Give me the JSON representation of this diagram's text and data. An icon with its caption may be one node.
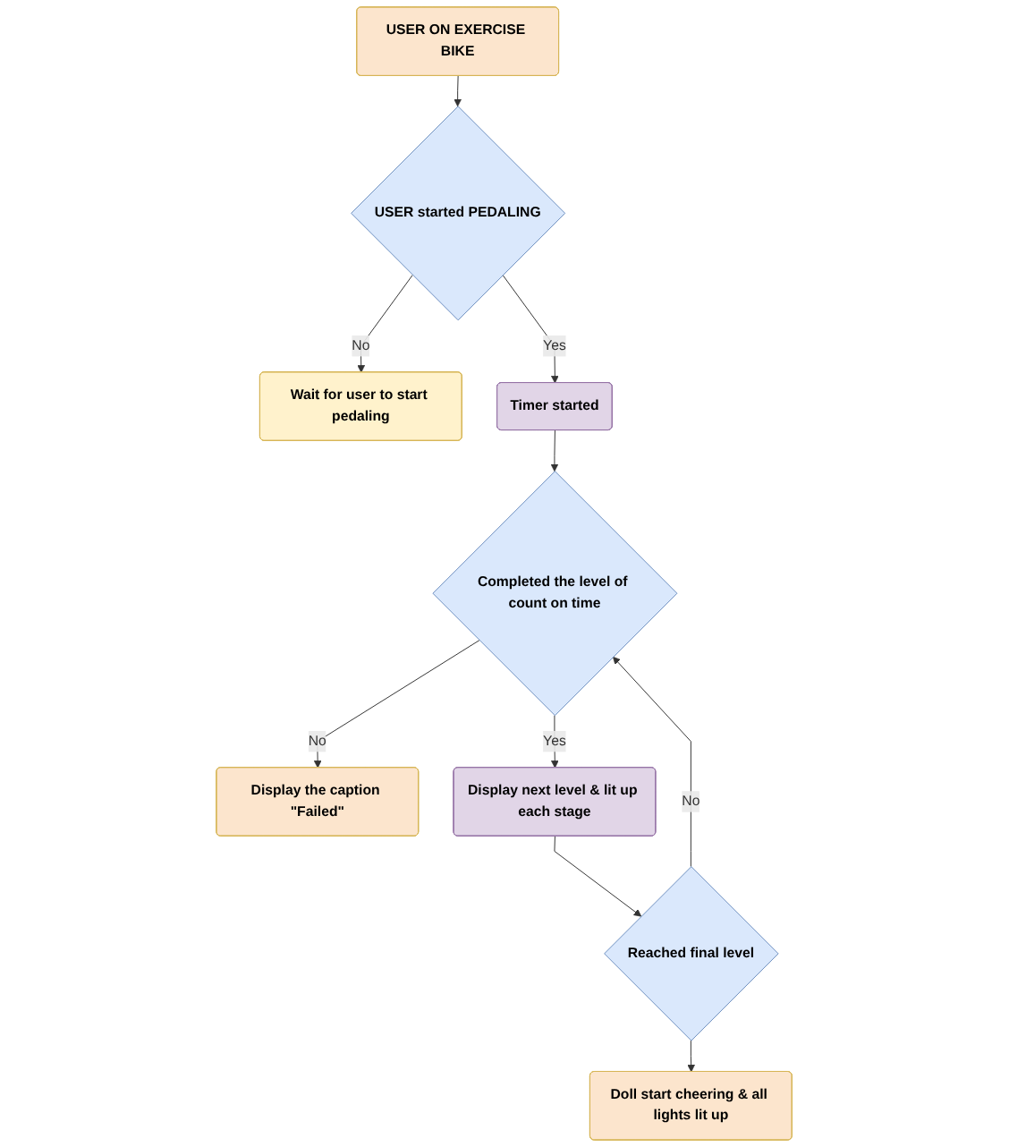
{
  "diagram": {
    "nodes": [
      {
        "text": [
          "USER ON EXERCISE BIKE"
        ]
      },
      {
        "text": [
          "USER started PEDALING"
        ]
      },
      {
        "text": [
          "Wait for user to start pedaling"
        ]
      },
      {
        "text": [
          "Timer started"
        ]
      },
      {
        "text": [
          "Completed the level of count on time"
        ]
      },
      {
        "text": [
          "Display the caption \"Failed\""
        ]
      },
      {
        "text": [
          "Display next level & lit up each stage"
        ]
      },
      {
        "text": [
          "Reached final level"
        ]
      },
      {
        "text": [
          "Doll start cheering & all lights lit up"
        ]
      }
    ],
    "edges": [
      {
        "from": 0,
        "to": 1,
        "arrow": "to"
      },
      {
        "from": 1,
        "to": 2,
        "arrow": "to",
        "label": "No"
      },
      {
        "from": 1,
        "to": 3,
        "arrow": "to",
        "label": "Yes"
      },
      {
        "from": 3,
        "to": 4,
        "arrow": "to"
      },
      {
        "from": 4,
        "to": 5,
        "arrow": "to",
        "label": "No"
      },
      {
        "from": 4,
        "to": 6,
        "arrow": "to",
        "label": "Yes"
      },
      {
        "from": 6,
        "to": 7,
        "arrow": "to"
      },
      {
        "from": 7,
        "to": 4,
        "arrow": "to",
        "label": "No"
      },
      {
        "from": 7,
        "to": 8,
        "arrow": "to"
      }
    ]
  }
}
